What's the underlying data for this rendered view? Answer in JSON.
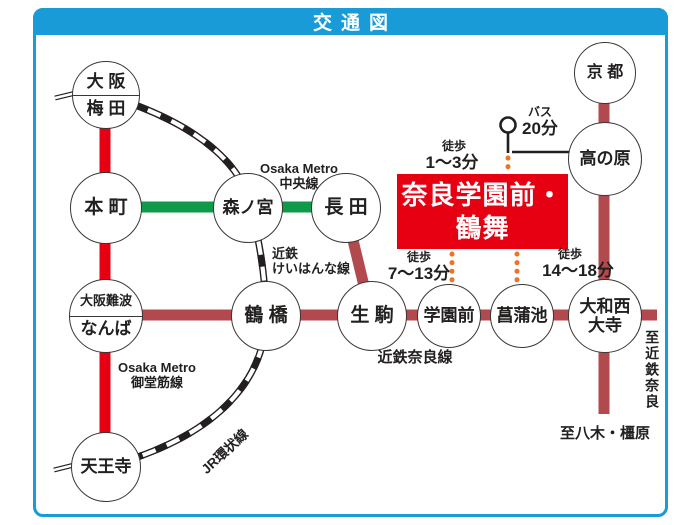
{
  "title": "交通図",
  "highlight": {
    "line1": "奈良学園前・",
    "line2": "鶴舞"
  },
  "stations": {
    "osaka_umeda": {
      "top": "大 阪",
      "bottom": "梅 田"
    },
    "hommachi": {
      "name": "本 町"
    },
    "osaka_namba": {
      "top": "大阪難波",
      "bottom": "なんば"
    },
    "tennoji": {
      "name": "天王寺"
    },
    "morinomiya": {
      "name": "森ノ宮"
    },
    "nagata": {
      "name": "長 田"
    },
    "tsuruhashi": {
      "name": "鶴 橋"
    },
    "ikoma": {
      "name": "生 駒"
    },
    "gakuemmae": {
      "name": "学園前"
    },
    "ayameike": {
      "name": "菖蒲池"
    },
    "yamato_saidaiji": {
      "top": "大和西",
      "bottom": "大寺"
    },
    "takanohara": {
      "name": "高の原"
    },
    "kyoto": {
      "name": "京 都"
    }
  },
  "lines": {
    "chuo": {
      "name_en": "Osaka Metro",
      "name_ja": "中央線"
    },
    "midosuji": {
      "name_en": "Osaka Metro",
      "name_ja": "御堂筋線"
    },
    "keihanna": {
      "name_line1": "近鉄",
      "name_line2": "けいはんな線"
    },
    "nara": {
      "name": "近鉄奈良線"
    },
    "jr_loop": {
      "name": "JR環状線"
    }
  },
  "access": {
    "walk_bus_stop": {
      "label": "徒歩",
      "time": "1～3分"
    },
    "bus": {
      "label": "バス",
      "time": "20分"
    },
    "walk_gakuemmae": {
      "label": "徒歩",
      "time": "7～13分"
    },
    "walk_ayameike": {
      "label": "徒歩",
      "time": "14～18分"
    }
  },
  "destinations": {
    "kintetsu_nara": "至近鉄奈良",
    "yagi_kashihara": "至八木・橿原"
  },
  "colors": {
    "frame_blue": "#189bd7",
    "metro_red": "#e60012",
    "kintetsu_maroon": "#b2494e",
    "metro_green": "#0f9a49",
    "highlight_red": "#e60012",
    "walk_dot_orange": "#ed7328",
    "rail_black": "#231f1f"
  }
}
